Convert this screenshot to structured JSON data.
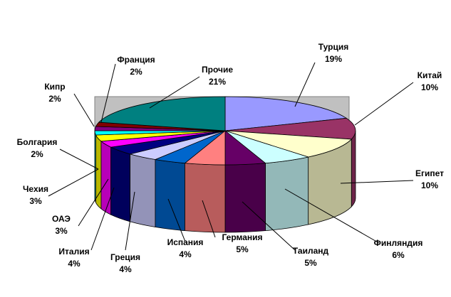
{
  "chart_data": {
    "type": "pie",
    "style": "3d-exploded",
    "title": "",
    "plot_area_color": "#c0c0c0",
    "slices": [
      {
        "label": "Турция",
        "value": 19,
        "value_label": "19%",
        "color": "#9999ff"
      },
      {
        "label": "Китай",
        "value": 10,
        "value_label": "10%",
        "color": "#993366"
      },
      {
        "label": "Египет",
        "value": 10,
        "value_label": "10%",
        "color": "#ffffcc"
      },
      {
        "label": "Финляндия",
        "value": 6,
        "value_label": "6%",
        "color": "#ccffff"
      },
      {
        "label": "Таиланд",
        "value": 5,
        "value_label": "5%",
        "color": "#660066"
      },
      {
        "label": "Германия",
        "value": 5,
        "value_label": "5%",
        "color": "#ff8080"
      },
      {
        "label": "Испания",
        "value": 4,
        "value_label": "4%",
        "color": "#0066cc"
      },
      {
        "label": "Греция",
        "value": 4,
        "value_label": "4%",
        "color": "#ccccff"
      },
      {
        "label": "Италия",
        "value": 4,
        "value_label": "4%",
        "color": "#000080"
      },
      {
        "label": "ОАЭ",
        "value": 3,
        "value_label": "3%",
        "color": "#ff00ff"
      },
      {
        "label": "Чехия",
        "value": 3,
        "value_label": "3%",
        "color": "#ffff00"
      },
      {
        "label": "Болгария",
        "value": 2,
        "value_label": "2%",
        "color": "#00ffff"
      },
      {
        "label": "Кипр",
        "value": 2,
        "value_label": "2%",
        "color": "#800080"
      },
      {
        "label": "Франция",
        "value": 2,
        "value_label": "2%",
        "color": "#800000"
      },
      {
        "label": "Прочие",
        "value": 21,
        "value_label": "21%",
        "color": "#008080"
      }
    ]
  }
}
